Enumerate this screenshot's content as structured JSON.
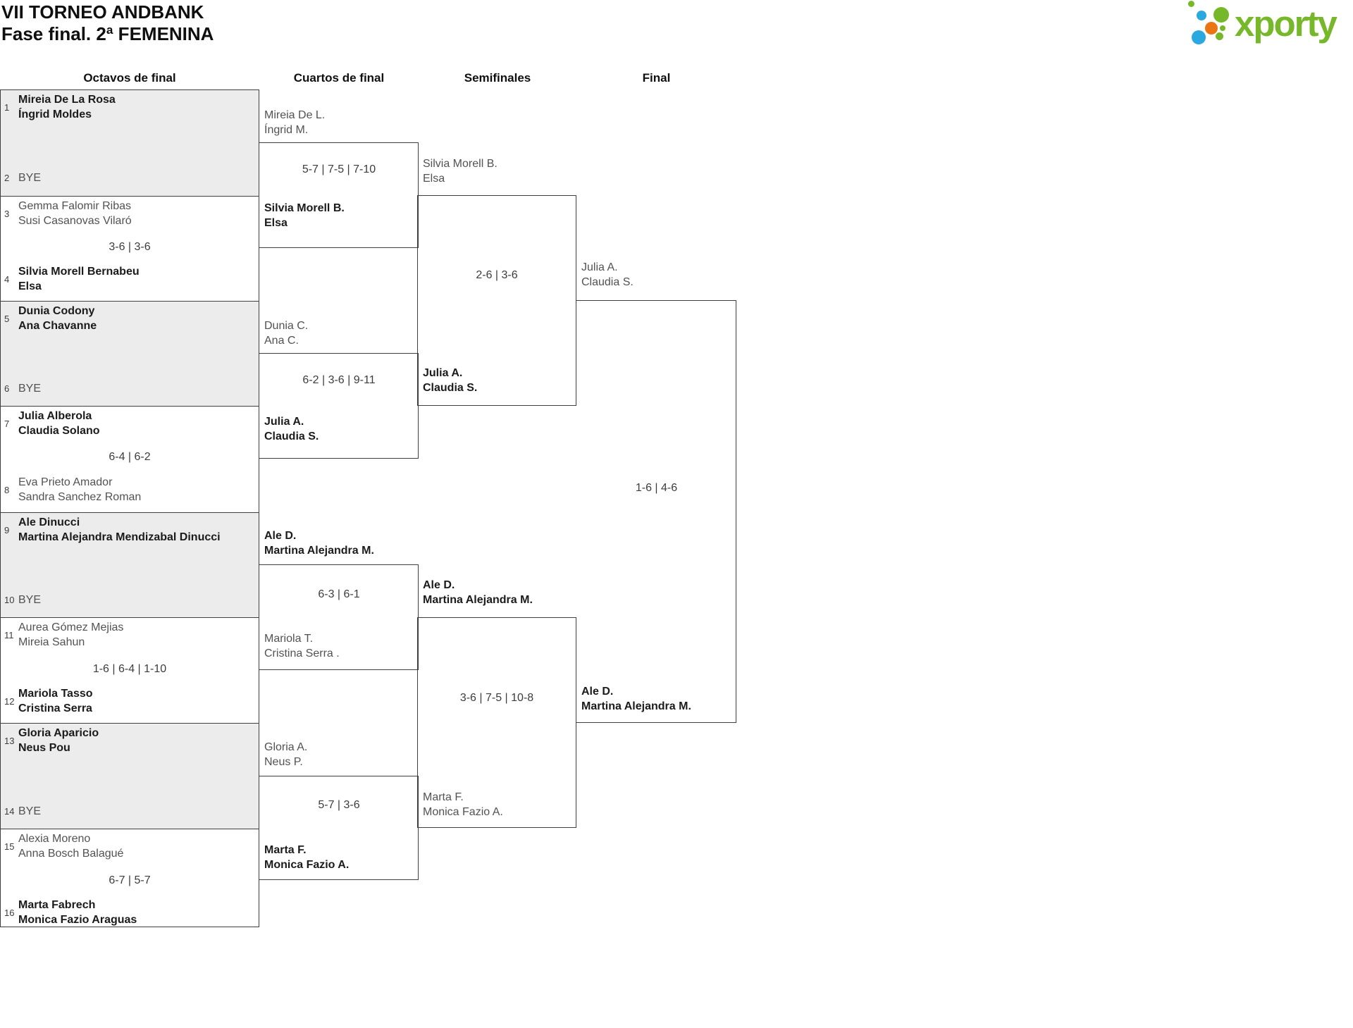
{
  "title": {
    "line1": "VII TORNEO ANDBANK",
    "line2": "Fase final. 2ª FEMENINA"
  },
  "logo": {
    "wordmark": "xporty"
  },
  "colors": {
    "logo_green": "#76b82a",
    "logo_blue": "#2aa8df",
    "logo_orange": "#e97612",
    "bye_box_bg": "#ececec"
  },
  "rounds": {
    "r1": "Octavos de final",
    "r2": "Cuartos de final",
    "r3": "Semifinales",
    "r4": "Final"
  },
  "octavos": {
    "matches": [
      {
        "top": {
          "seed": "1",
          "name1": "Mireia De La Rosa",
          "name2": "Íngrid Moldes"
        },
        "bottom": {
          "seed": "2",
          "name1": "BYE"
        },
        "score": "",
        "winner": "top"
      },
      {
        "top": {
          "seed": "3",
          "name1": "Gemma Falomir Ribas",
          "name2": "Susi Casanovas Vilaró"
        },
        "bottom": {
          "seed": "4",
          "name1": "Silvia Morell Bernabeu",
          "name2": "Elsa"
        },
        "score": "3-6 | 3-6",
        "winner": "bottom"
      },
      {
        "top": {
          "seed": "5",
          "name1": "Dunia Codony",
          "name2": "Ana Chavanne"
        },
        "bottom": {
          "seed": "6",
          "name1": "BYE"
        },
        "score": "",
        "winner": "top"
      },
      {
        "top": {
          "seed": "7",
          "name1": "Julia Alberola",
          "name2": "Claudia Solano"
        },
        "bottom": {
          "seed": "8",
          "name1": "Eva Prieto Amador",
          "name2": "Sandra Sanchez Roman"
        },
        "score": "6-4 | 6-2",
        "winner": "top"
      },
      {
        "top": {
          "seed": "9",
          "name1": "Ale Dinucci",
          "name2": "Martina Alejandra Mendizabal Dinucci"
        },
        "bottom": {
          "seed": "10",
          "name1": "BYE"
        },
        "score": "",
        "winner": "top"
      },
      {
        "top": {
          "seed": "11",
          "name1": "Aurea Gómez Mejias",
          "name2": "Mireia Sahun"
        },
        "bottom": {
          "seed": "12",
          "name1": "Mariola Tasso",
          "name2": "Cristina Serra"
        },
        "score": "1-6 | 6-4 | 1-10",
        "winner": "bottom"
      },
      {
        "top": {
          "seed": "13",
          "name1": "Gloria Aparicio",
          "name2": "Neus Pou"
        },
        "bottom": {
          "seed": "14",
          "name1": "BYE"
        },
        "score": "",
        "winner": "top"
      },
      {
        "top": {
          "seed": "15",
          "name1": "Alexia Moreno",
          "name2": "Anna Bosch Balagué"
        },
        "bottom": {
          "seed": "16",
          "name1": "Marta Fabrech",
          "name2": "Monica Fazio Araguas"
        },
        "score": "6-7 | 5-7",
        "winner": "bottom"
      }
    ]
  },
  "cuartos": {
    "matches": [
      {
        "top": {
          "name1": "Mireia De L.",
          "name2": "Íngrid M."
        },
        "bottom": {
          "name1": "Silvia Morell B.",
          "name2": "Elsa"
        },
        "score": "5-7 | 7-5 | 7-10",
        "winner": "bottom"
      },
      {
        "top": {
          "name1": "Dunia C.",
          "name2": "Ana C."
        },
        "bottom": {
          "name1": "Julia A.",
          "name2": "Claudia S."
        },
        "score": "6-2 | 3-6 | 9-11",
        "winner": "bottom"
      },
      {
        "top": {
          "name1": "Ale D.",
          "name2": "Martina Alejandra M."
        },
        "bottom": {
          "name1": "Mariola T.",
          "name2": "Cristina Serra ."
        },
        "score": "6-3 | 6-1",
        "winner": "top"
      },
      {
        "top": {
          "name1": "Gloria A.",
          "name2": "Neus P."
        },
        "bottom": {
          "name1": "Marta F.",
          "name2": "Monica Fazio A."
        },
        "score": "5-7 | 3-6",
        "winner": "bottom"
      }
    ]
  },
  "semifinales": {
    "matches": [
      {
        "top": {
          "name1": "Silvia Morell B.",
          "name2": "Elsa"
        },
        "bottom": {
          "name1": "Julia A.",
          "name2": "Claudia S."
        },
        "score": "2-6 | 3-6",
        "winner": "bottom"
      },
      {
        "top": {
          "name1": "Ale D.",
          "name2": "Martina Alejandra M."
        },
        "bottom": {
          "name1": "Marta F.",
          "name2": "Monica Fazio A."
        },
        "score": "3-6 | 7-5 | 10-8",
        "winner": "top"
      }
    ]
  },
  "final": {
    "matches": [
      {
        "top": {
          "name1": "Julia A.",
          "name2": "Claudia S."
        },
        "bottom": {
          "name1": "Ale D.",
          "name2": "Martina Alejandra M."
        },
        "score": "1-6 | 4-6",
        "winner": "bottom"
      }
    ]
  }
}
